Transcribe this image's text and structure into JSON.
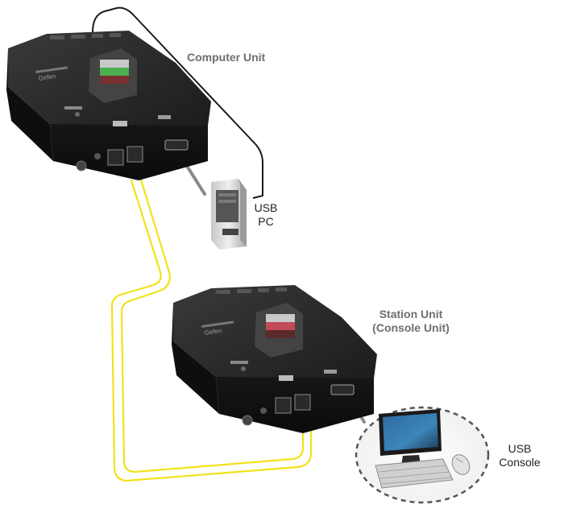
{
  "labels": {
    "computer_unit": "Computer Unit",
    "station_unit_line1": "Station Unit",
    "station_unit_line2": "(Console Unit)",
    "usb_pc_line1": "USB",
    "usb_pc_line2": "PC",
    "usb_console_line1": "USB",
    "usb_console_line2": "Console"
  },
  "device_logo_text": "Gefen",
  "colors": {
    "device_body": "#1c1c1c",
    "fiber_cable": "#f2e21a",
    "usb_cable": "#1a1a1a",
    "label_gray": "#6e6e6e"
  },
  "icons": {
    "computer_unit": "extender-box-icon",
    "station_unit": "extender-box-icon",
    "pc": "tower-pc-icon",
    "console": "monitor-keyboard-mouse-icon"
  }
}
